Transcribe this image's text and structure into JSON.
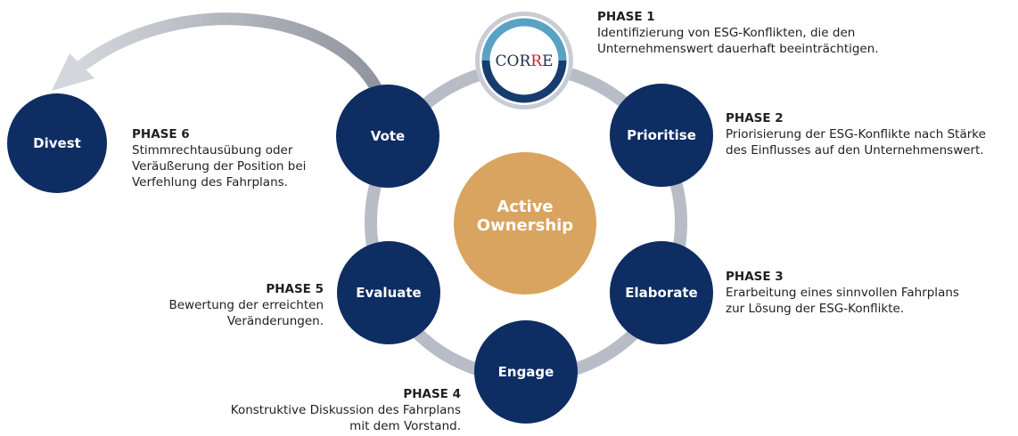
{
  "center": {
    "line1": "Active",
    "line2": "Ownership"
  },
  "logo": {
    "text_left": "COR",
    "text_r": "R",
    "text_right": "E"
  },
  "nodes": {
    "vote": "Vote",
    "prioritise": "Prioritise",
    "elaborate": "Elaborate",
    "engage": "Engage",
    "evaluate": "Evaluate",
    "divest": "Divest"
  },
  "phases": [
    {
      "title": "PHASE 1",
      "text": "Identifizierung von ESG-Konflikten, die den\nUnternehmenswert dauerhaft beeinträchtigen."
    },
    {
      "title": "PHASE 2",
      "text": "Priorisierung der ESG-Konflikte nach Stärke\ndes Einflusses auf den Unternehmenswert."
    },
    {
      "title": "PHASE 3",
      "text": "Erarbeitung eines sinnvollen Fahrplans\nzur Lösung der ESG-Konflikte."
    },
    {
      "title": "PHASE 4",
      "text": "Konstruktive Diskussion des Fahrplans\nmit dem Vorstand."
    },
    {
      "title": "PHASE 5",
      "text": "Bewertung der erreichten\nVeränderungen."
    },
    {
      "title": "PHASE 6",
      "text": "Stimmrechtausübung oder\nVeräußerung der Position bei\nVerfehlung des Fahrplans."
    }
  ],
  "colors": {
    "node_fill": "#0e2d63",
    "center_fill": "#d9a45f",
    "ring": "#b8bcc6",
    "arrow_light": "#d3d6dc",
    "arrow_dark": "#8f949e",
    "logo_ring_light": "#5aa2c4",
    "logo_ring_dark": "#163d6e",
    "logo_r": "#c0272d"
  }
}
